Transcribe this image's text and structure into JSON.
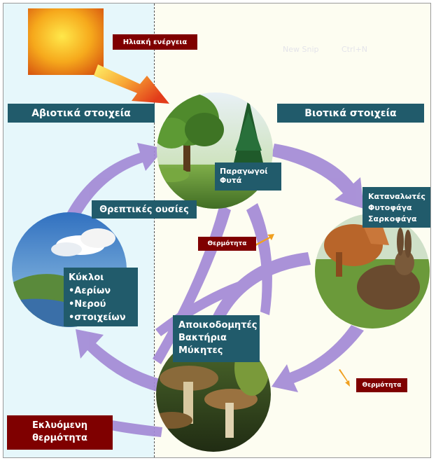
{
  "labels": {
    "solar_energy": "Ηλιακή ενέργεια",
    "abiotic": "Αβιοτικά στοιχεία",
    "biotic": "Βιοτικά στοιχεία",
    "producers": [
      "Παραγωγοί",
      "Φυτά"
    ],
    "consumers": [
      "Καταναλωτές",
      "Φυτοφάγα",
      "Σαρκοφάγα"
    ],
    "nutrients": "Θρεπτικές ουσίες",
    "heat_1": "Θερμότητα",
    "heat_2": "Θερμότητα",
    "cycles": [
      "Κύκλοι",
      "•Αερίων",
      "•Νερού",
      "•στοιχείων"
    ],
    "decomposers": [
      "Αποικοδομητές",
      "Βακτήρια",
      "Μύκητες"
    ],
    "released_heat": [
      "Εκλυόμενη",
      "θερμότητα"
    ]
  },
  "ghost_text": [
    "New Snip",
    "Ctrl+N"
  ],
  "colors": {
    "teal_box": "#215b6b",
    "dark_red_box": "#7f0000",
    "abiotic_bg": "#e6f7fb",
    "biotic_bg": "#fdfdf1",
    "cycle_arrow": "#9b7fd0",
    "sun_arrow": "#e8421c"
  },
  "icons": [
    "sun-image",
    "trees-image",
    "fox-rabbit-image",
    "clouds-landscape-image",
    "mushrooms-image"
  ]
}
